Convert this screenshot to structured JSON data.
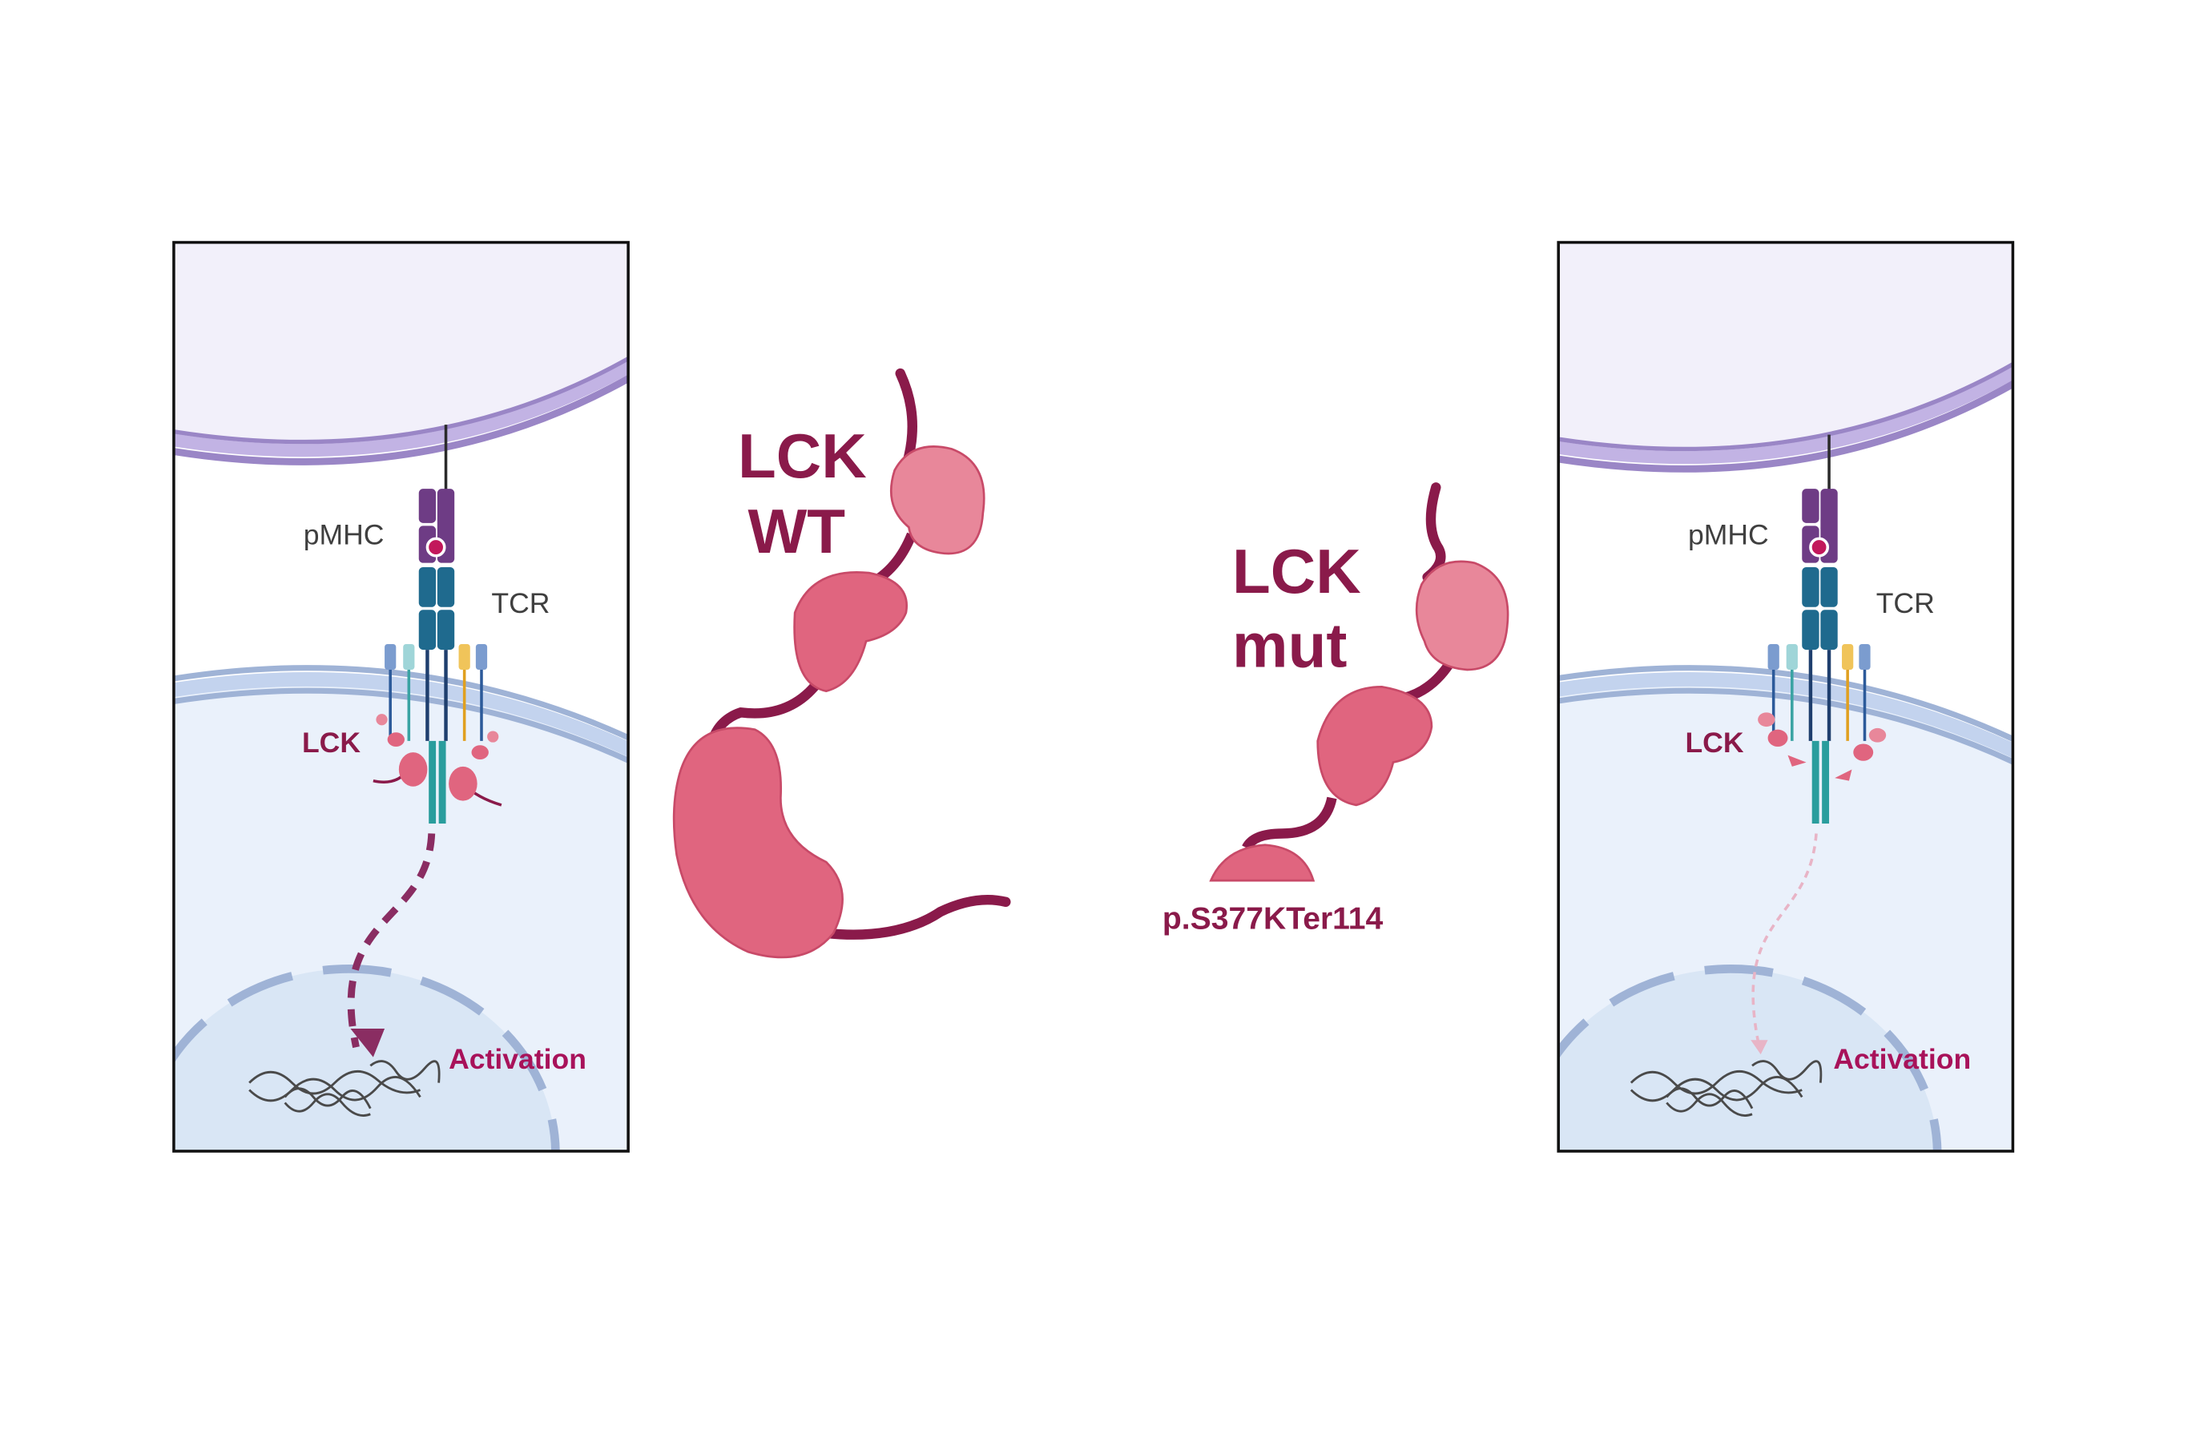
{
  "panels": {
    "wt": {
      "pmhc_label": "pMHC",
      "tcr_label": "TCR",
      "lck_label": "LCK",
      "activation_label": "Activation"
    },
    "mut": {
      "pmhc_label": "pMHC",
      "tcr_label": "TCR",
      "lck_label": "LCK",
      "activation_label": "Activation"
    }
  },
  "center": {
    "wt_title_line1": "LCK",
    "wt_title_line2": "WT",
    "mut_title_line1": "LCK",
    "mut_title_line2": "mut",
    "mutation_label": "p.S377KTer114"
  },
  "colors": {
    "protein_dark": "#8a1a4a",
    "protein_body": "#e0657f",
    "protein_light": "#e8879a",
    "apc_fill": "#f2f0fa",
    "apc_membrane": "#b8a7df",
    "tcell_fill": "#eaf1fb",
    "tcell_membrane": "#9fb3d6",
    "nucleus_fill": "#d9e6f5",
    "mhc": "#6e3c85",
    "tcr": "#1f6a8e",
    "activation": "#a8125a"
  }
}
